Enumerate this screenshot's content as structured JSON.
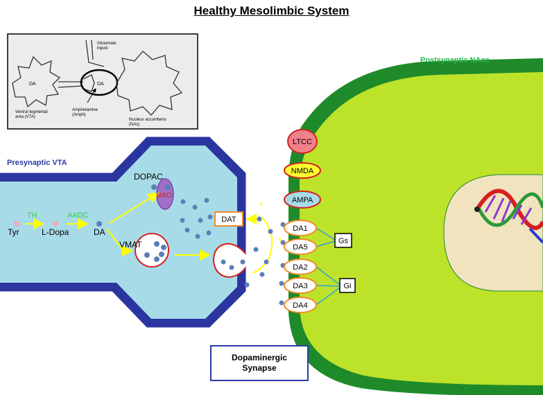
{
  "title": "Healthy Mesolimbic System",
  "inset": {
    "glutamate_line1": "Glutamate",
    "glutamate_line2": "inputs",
    "da_left": "DA",
    "da_center": "DA",
    "vta_line1": "Ventral tegmental",
    "vta_line2": "area (VTA)",
    "amph_line1": "Amphetamine",
    "amph_line2": "(Amph)",
    "nacc_line1": "Nucleus accumbens",
    "nacc_line2": "(NAc)"
  },
  "presynaptic_label": "Presynaptic VTA",
  "postsynaptic_label": "Postsynaptic NAcc",
  "pathway": {
    "tyr": "Tyr",
    "th": "TH",
    "ldopa": "L-Dopa",
    "aadc": "AADC",
    "da": "DA",
    "dopac": "DOPAC",
    "mao": "MAO",
    "vmat": "VMAT",
    "dat": "DAT"
  },
  "channels": [
    "LTCC",
    "NMDA",
    "AMPA"
  ],
  "receptors": [
    "DA1",
    "DA5",
    "DA2",
    "DA3",
    "DA4"
  ],
  "gproteins": {
    "gs": "Gs",
    "gi": "Gi"
  },
  "synapse_box": {
    "line1": "Dopaminergic",
    "line2": "Synapse"
  },
  "colors": {
    "neuron_fill": "#a8dbe8",
    "neuron_border": "#2b35a0",
    "post_fill": "#bde22a",
    "post_border": "#1f8a2a",
    "nucleus_fill": "#f2e3bf",
    "enzyme_green": "#3cc84a",
    "arrow_yellow": "#ffff00",
    "dopamine_dot": "#5a80b8",
    "vesicle_red": "#d42020",
    "receptor_orange": "#f28a2a",
    "title_blue": "#2b3aa8",
    "post_label_green": "#27b84a"
  }
}
